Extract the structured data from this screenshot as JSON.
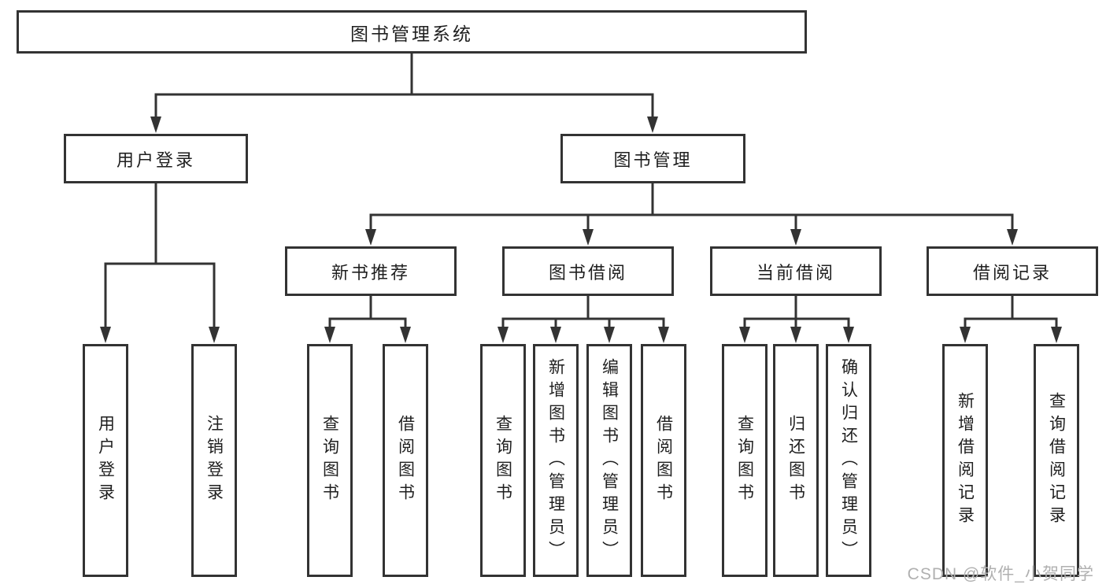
{
  "diagram": {
    "root": "图书管理系统",
    "l2": [
      "用户登录",
      "图书管理"
    ],
    "l3": [
      "新书推荐",
      "图书借阅",
      "当前借阅",
      "借阅记录"
    ],
    "leaves_user": [
      "用户登录",
      "注销登录"
    ],
    "leaves_new": [
      "查询图书",
      "借阅图书"
    ],
    "leaves_borrow": [
      "查询图书",
      "新增图书（管理员）",
      "编辑图书（管理员）",
      "借阅图书"
    ],
    "leaves_current": [
      "查询图书",
      "归还图书",
      "确认归还（管理员）"
    ],
    "leaves_records": [
      "新增借阅记录",
      "查询借阅记录"
    ]
  },
  "watermark": "CSDN @软件_小贺同学",
  "colors": {
    "line": "#333333",
    "text": "#1f1f1f",
    "watermark": "#b0b0b0",
    "background": "#ffffff"
  }
}
